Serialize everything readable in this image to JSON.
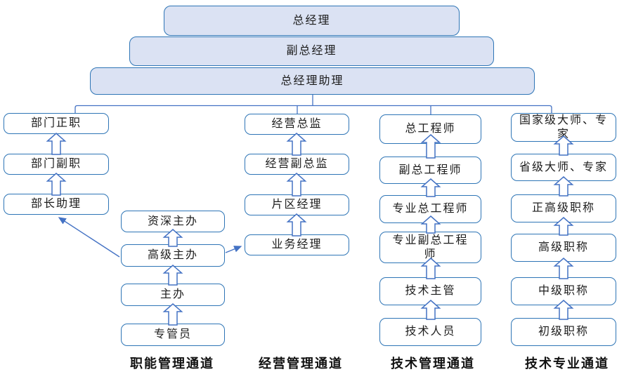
{
  "pyramid": {
    "top": "总经理",
    "middle": "副总经理",
    "bottom": "总经理助理"
  },
  "functional_channel": {
    "label": "职能管理通道",
    "dept_head": "部门正职",
    "dept_deputy": "部门副职",
    "minister_assistant": "部长助理",
    "senior_organizer": "资深主办",
    "advanced_organizer": "高级主办",
    "organizer": "主办",
    "specialist": "专管员"
  },
  "business_channel": {
    "label": "经营管理通道",
    "director": "经营总监",
    "deputy_director": "经营副总监",
    "area_manager": "片区经理",
    "manager": "业务经理"
  },
  "tech_mgmt_channel": {
    "label": "技术管理通道",
    "chief_engineer": "总工程师",
    "deputy_chief_engineer": "副总工程师",
    "professional_chief_engineer": "专业总工程师",
    "professional_deputy_chief_engineer": "专业副总工程\n师",
    "tech_supervisor": "技术主管",
    "tech_staff": "技术人员"
  },
  "tech_professional_channel": {
    "label": "技术专业通道",
    "national_master": "国家级大师、专\n家",
    "provincial_master": "省级大师、专家",
    "full_senior_title": "正高级职称",
    "senior_title": "高级职称",
    "intermediate_title": "中级职称",
    "junior_title": "初级职称"
  },
  "colors": {
    "box_border": "#2e75b6",
    "pyramid_fill": "#dbe2f3",
    "connector_line": "#4472c4",
    "arrow_outline": "#4472c4",
    "arrow_fill": "#ffffff",
    "text": "#1c1c1c"
  }
}
